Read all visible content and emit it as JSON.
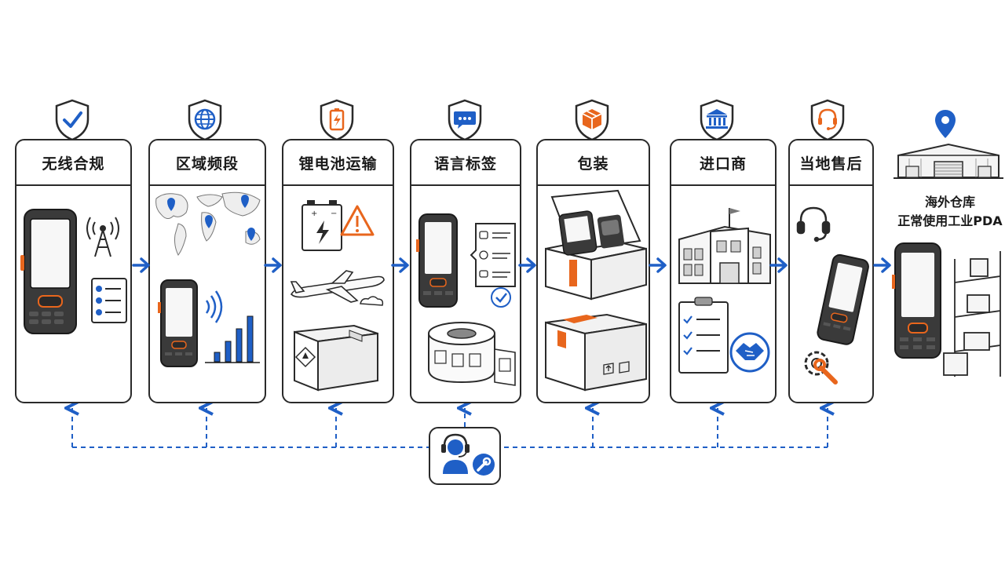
{
  "colors": {
    "accent_blue": "#1f5fc6",
    "accent_orange": "#e8661d",
    "line": "#2a2a2a"
  },
  "steps": [
    {
      "title": "无线合规",
      "icon": "checkmark-icon",
      "icon_color": "blue"
    },
    {
      "title": "区域频段",
      "icon": "globe-icon",
      "icon_color": "blue"
    },
    {
      "title": "锂电池运输",
      "icon": "battery-icon",
      "icon_color": "orange"
    },
    {
      "title": "语言标签",
      "icon": "chat-bubble-icon",
      "icon_color": "blue"
    },
    {
      "title": "包装",
      "icon": "package-icon",
      "icon_color": "orange"
    },
    {
      "title": "进口商",
      "icon": "bank-icon",
      "icon_color": "blue"
    },
    {
      "title": "当地售后",
      "icon": "headset-icon",
      "icon_color": "orange"
    }
  ],
  "destination": {
    "line1": "海外仓库",
    "line2": "正常使用工业PDA",
    "icon": "location-pin-icon"
  },
  "support": {
    "icon": "support-agent-icon"
  }
}
